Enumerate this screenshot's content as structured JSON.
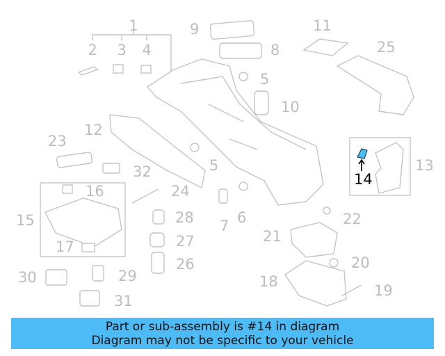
{
  "diagram": {
    "highlighted_part": "14",
    "highlight_color": "#4dbbf5",
    "part_labels": [
      "1",
      "2",
      "3",
      "4",
      "5",
      "5",
      "6",
      "7",
      "8",
      "9",
      "10",
      "11",
      "12",
      "13",
      "14",
      "15",
      "16",
      "17",
      "18",
      "19",
      "20",
      "21",
      "22",
      "23",
      "24",
      "25",
      "26",
      "27",
      "28",
      "29",
      "30",
      "31",
      "32"
    ]
  },
  "banner": {
    "line1": "Part or sub-assembly is #14 in diagram",
    "line2": "Diagram may not be specific to your vehicle",
    "background": "#4dbbf5"
  }
}
